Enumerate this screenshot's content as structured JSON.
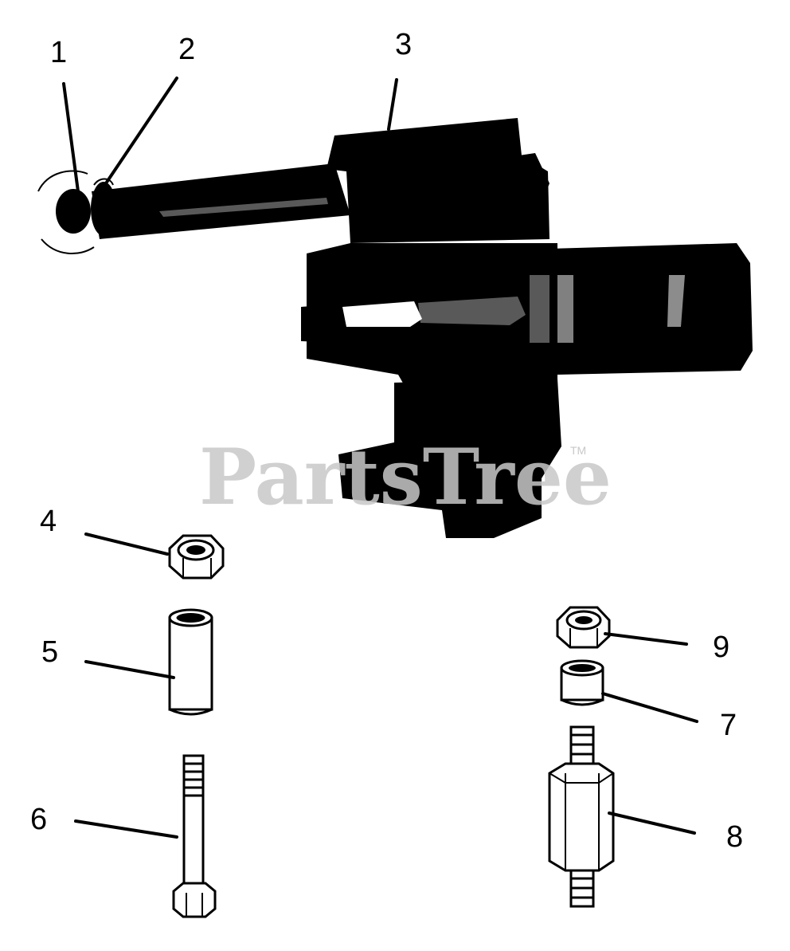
{
  "watermark": {
    "text": "PartsTree",
    "trademark": "TM"
  },
  "callouts": [
    {
      "id": "1",
      "label": "1"
    },
    {
      "id": "2",
      "label": "2"
    },
    {
      "id": "3",
      "label": "3"
    },
    {
      "id": "4",
      "label": "4"
    },
    {
      "id": "5",
      "label": "5"
    },
    {
      "id": "6",
      "label": "6"
    },
    {
      "id": "7",
      "label": "7"
    },
    {
      "id": "8",
      "label": "8"
    },
    {
      "id": "9",
      "label": "9"
    }
  ],
  "colors": {
    "ink": "#000000",
    "background": "#ffffff",
    "watermark": "#c8c8c8"
  }
}
